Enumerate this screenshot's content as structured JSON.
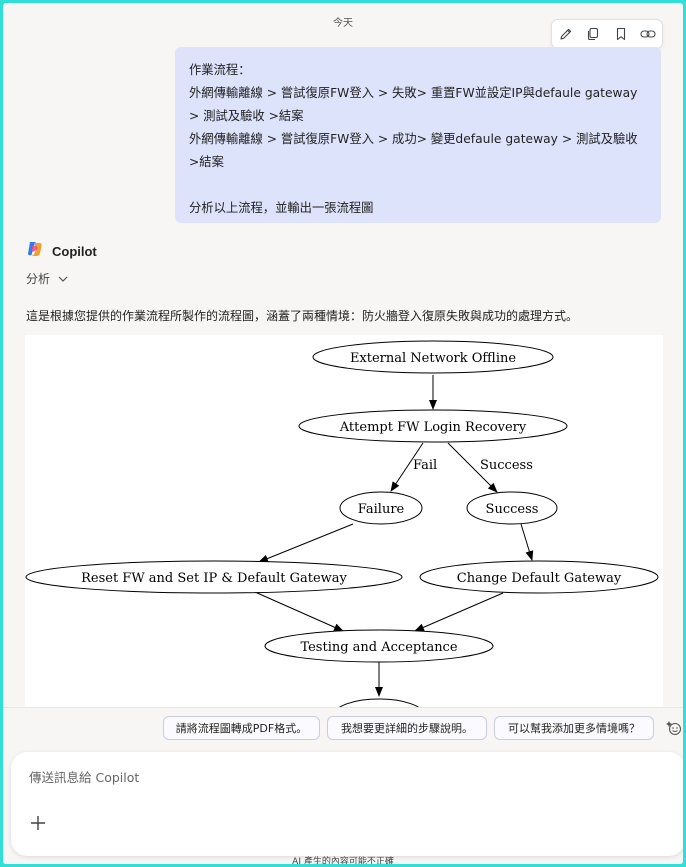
{
  "conversation": {
    "date_label": "今天",
    "user_message": {
      "lines": [
        "作業流程：",
        "外網傳輸離線 > 嘗試復原FW登入 > 失敗> 重置FW並設定IP與defaule gateway",
        "> 測試及驗收 >結案",
        "外網傳輸離線 > 嘗試復原FW登入 > 成功> 變更defaule gateway > 測試及驗收",
        ">結案",
        "",
        "分析以上流程，並輸出一張流程圖"
      ],
      "tools": [
        "edit-icon",
        "copy-icon",
        "bookmark-icon",
        "link-icon"
      ]
    },
    "assistant": {
      "name": "Copilot",
      "analysis_label": "分析",
      "intro": "這是根據您提供的作業流程所製作的流程圖，涵蓋了兩種情境：防火牆登入復原失敗與成功的處理方式。"
    }
  },
  "flowchart": {
    "nodes": {
      "offline": "External Network Offline",
      "attempt": "Attempt FW Login Recovery",
      "failure": "Failure",
      "success": "Success",
      "reset": "Reset FW and Set IP & Default Gateway",
      "change": "Change Default Gateway",
      "testing": "Testing and Acceptance"
    },
    "edge_labels": {
      "fail": "Fail",
      "success": "Success"
    }
  },
  "suggestions": [
    "請將流程圖轉成PDF格式。",
    "我想要更詳細的步驟說明。",
    "可以幫我添加更多情境嗎？"
  ],
  "composer": {
    "placeholder": "傳送訊息給 Copilot"
  },
  "disclaimer": "AI 產生的內容可能不正確"
}
